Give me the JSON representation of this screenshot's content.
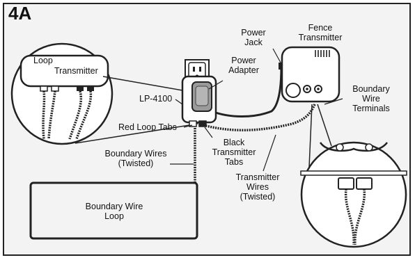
{
  "figure": {
    "tag": "4A"
  },
  "labels": {
    "loop": "Loop",
    "transmitter": "Transmitter",
    "power_jack": [
      "Power",
      "Jack"
    ],
    "fence_transmitter": [
      "Fence",
      "Transmitter"
    ],
    "power_adapter": [
      "Power",
      "Adapter"
    ],
    "lp4100": "LP-4100",
    "boundary_wire_terminals": [
      "Boundary",
      "Wire",
      "Terminals"
    ],
    "red_loop_tabs": "Red Loop Tabs",
    "black_transmitter_tabs": [
      "Black",
      "Transmitter",
      "Tabs"
    ],
    "boundary_wires_twisted": [
      "Boundary Wires",
      "(Twisted)"
    ],
    "transmitter_wires_twisted": [
      "Transmitter",
      "Wires",
      "(Twisted)"
    ],
    "boundary_wire_loop": [
      "Boundary Wire",
      "Loop"
    ]
  },
  "colors": {
    "line": "#222222",
    "panel": "#f3f3f3",
    "device_fill": "#ffffff",
    "adapter_fill": "#9a9a9a"
  }
}
